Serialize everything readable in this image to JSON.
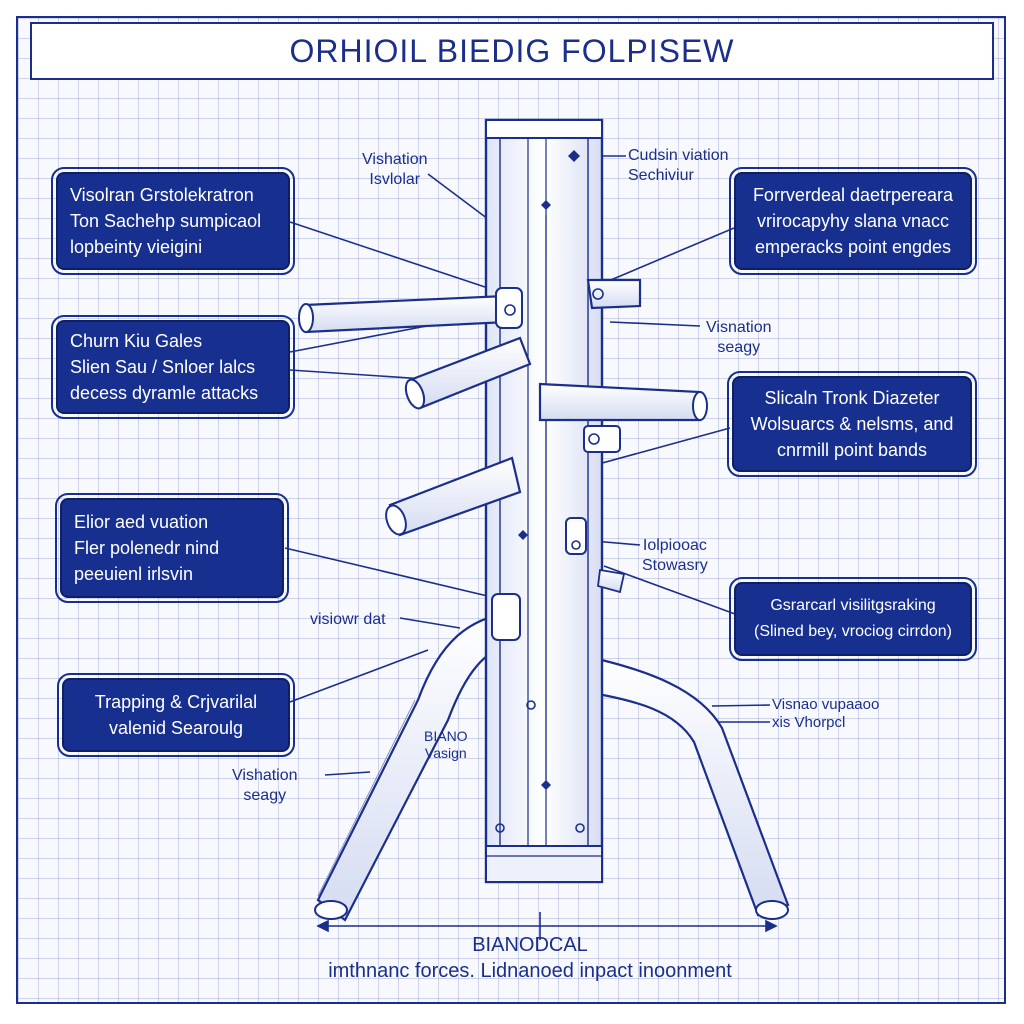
{
  "title": "ORHIOIL BIEDIG FOLPISEW",
  "colors": {
    "ink": "#1b2f8a",
    "callout_fill": "#17308f",
    "grid": "#c9d1ec",
    "paper": "#f7f9ff"
  },
  "callouts": {
    "left_top": {
      "lines": [
        "Visolran Grstolekratron",
        "Ton Sachehp sumpicaol",
        "lopbeinty vieigini"
      ]
    },
    "left_middle": {
      "lines": [
        "Churn Kiu Gales",
        "Slien Sau / Snloer lalcs",
        "decess dyramle attacks"
      ]
    },
    "left_lower": {
      "lines": [
        "Elior aed vuation",
        "Fler polenedr nind",
        "peeuienl irlsvin"
      ]
    },
    "left_bottom": {
      "lines": [
        "Trapping & Crjvarilal",
        "valenid Searoulg"
      ]
    },
    "right_top": {
      "lines": [
        "Forrverdeal daetrpereara",
        "vrirocapyhy slana vnacc",
        "emperacks point engdes"
      ]
    },
    "right_middle": {
      "lines": [
        "Slicaln Tronk Diazeter",
        "Wolsuarcs & nelsms, and",
        "cnrmill point bands"
      ]
    },
    "right_lower": {
      "lines": [
        "Gsrarcarl visilitgsraking",
        "(Slined bey, vrociog cirrdon)"
      ]
    }
  },
  "tags": {
    "vishation_top": [
      "Vishation",
      "Isvlolar"
    ],
    "cudsin_viation": [
      "Cudsin viation",
      "Sechiviur"
    ],
    "visnation_right": [
      "Visnation",
      "seagy"
    ],
    "iolpiooac": [
      "Iolpiooac",
      "Stowasry"
    ],
    "visiowrdet": [
      "visiowr dat"
    ],
    "bianoo_vasign": [
      "BIANO",
      "Vasign"
    ],
    "vishation_left": [
      "Vishation",
      "seagy"
    ],
    "visnao_right_bottom": [
      "Visnao vupaaoo",
      "xis Vhorpcl"
    ]
  },
  "bottom_label": {
    "heading": "BIANODCAL",
    "subtitle": "imthnanc forces. Lidnanoed inpact inoonment"
  }
}
